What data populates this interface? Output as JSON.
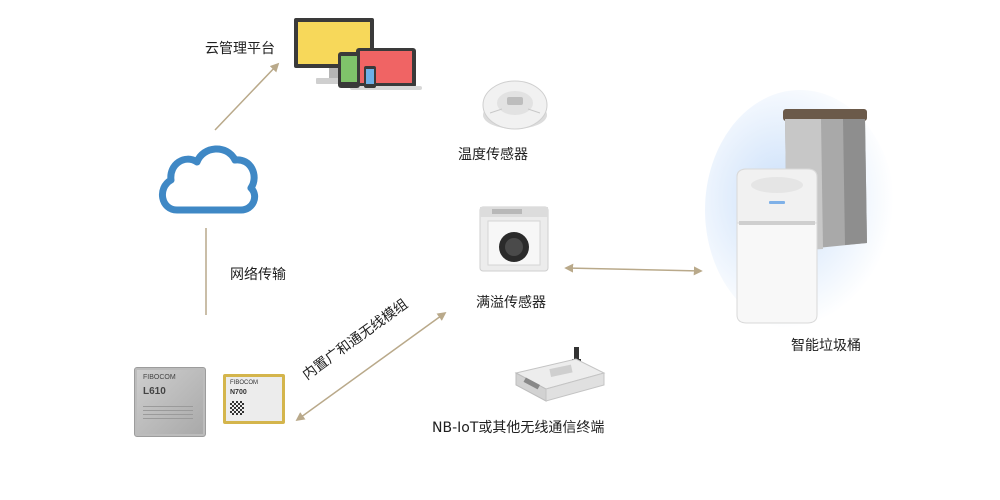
{
  "labels": {
    "cloud_platform": "云管理平台",
    "network": "网络传输",
    "temperature": "温度传感器",
    "overflow": "满溢传感器",
    "smart_bin": "智能垃圾桶",
    "comm_terminal": "NB-IoT或其他无线通信终端",
    "module": "内置广和通无线模组"
  },
  "module_chips": {
    "chip1_brand": "FIBOCOM",
    "chip1_model": "L610",
    "chip2_brand": "FIBOCOM",
    "chip2_model": "N700"
  },
  "colors": {
    "connector": "#b9a98a",
    "cloud_stroke": "#3f88c5",
    "monitor_screen": "#f7d85a",
    "tablet_screen": "#f06464",
    "phone_screen": "#7fc36a",
    "bin_glow": "#9dc4f5"
  }
}
